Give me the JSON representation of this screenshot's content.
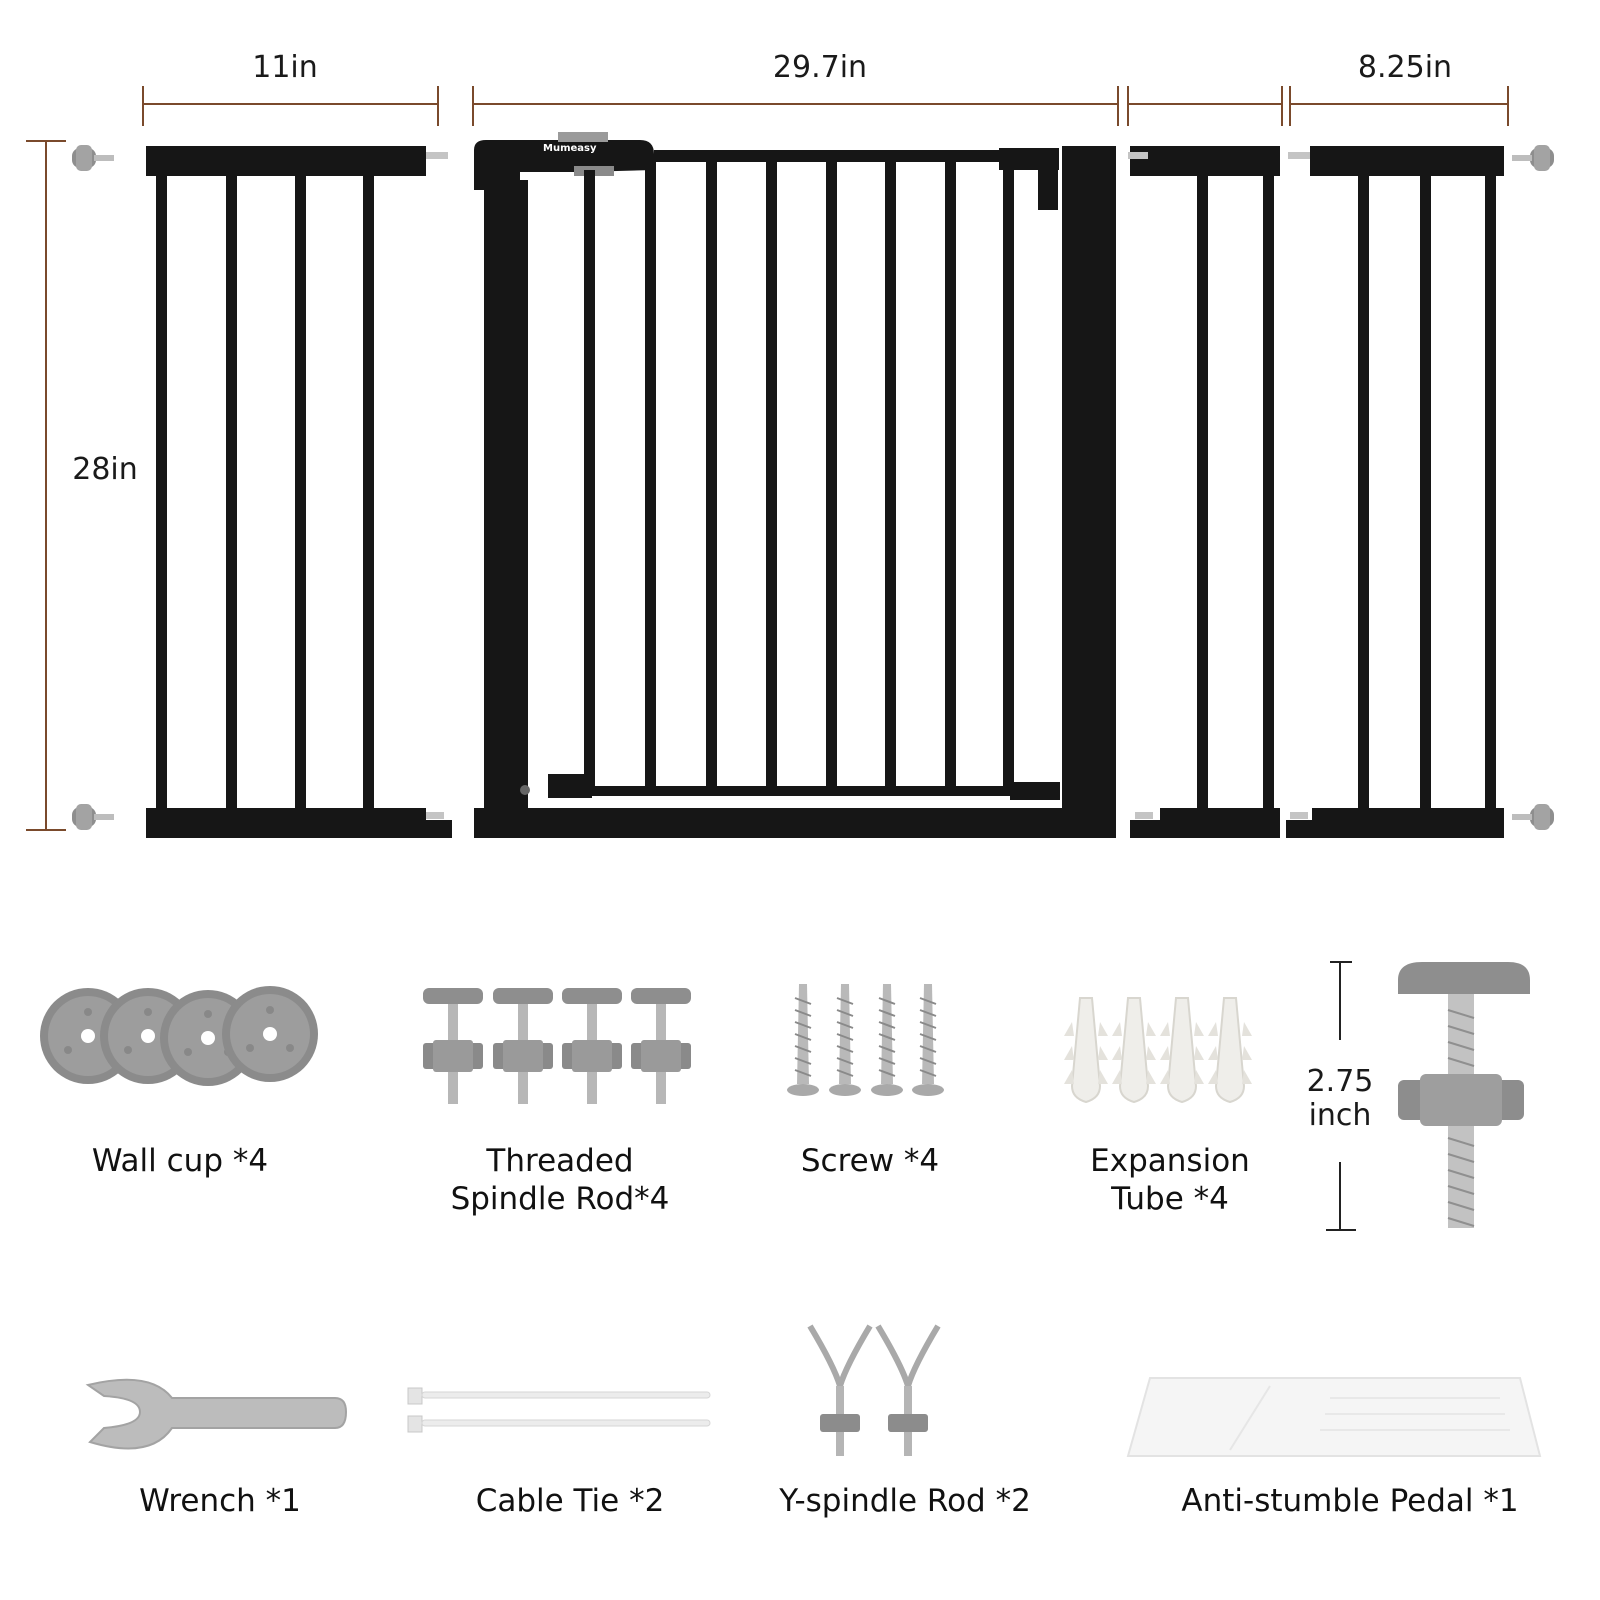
{
  "colors": {
    "dimension_line": "#7a4a2c",
    "gate": "#161616",
    "part_gray": "#8d8d8d",
    "metal": "#b9b9b9"
  },
  "dimensions": {
    "extension_11": "11in",
    "gate_width": "29.7in",
    "extension_825": "8.25in",
    "height": "28in",
    "spindle_length_value": "2.75",
    "spindle_length_unit": "inch"
  },
  "brand": "Mumeasy",
  "parts": {
    "wall_cup": "Wall cup *4",
    "threaded_rod_line1": "Threaded",
    "threaded_rod_line2": "Spindle Rod*4",
    "screw": "Screw *4",
    "expansion_line1": "Expansion",
    "expansion_line2": "Tube *4",
    "wrench": "Wrench *1",
    "cable_tie": "Cable Tie *2",
    "y_spindle": "Y-spindle Rod *2",
    "pedal": "Anti-stumble Pedal *1"
  }
}
